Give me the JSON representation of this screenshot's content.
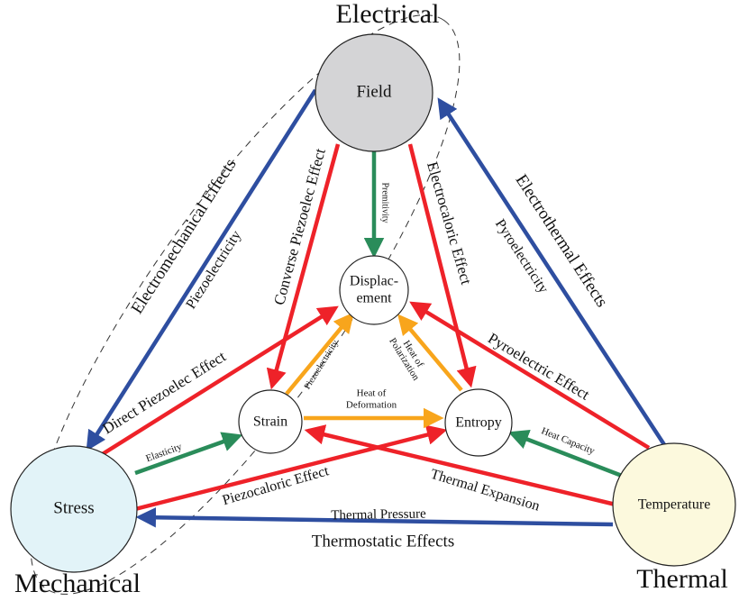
{
  "domains": {
    "electrical": "Electrical",
    "mechanical": "Mechanical",
    "thermal": "Thermal"
  },
  "nodes": {
    "field": {
      "label": "Field",
      "color": "#d4d4d6"
    },
    "stress": {
      "label": "Stress",
      "color": "#e2f3f8"
    },
    "temperature": {
      "label": "Temperature",
      "color": "#fcf9dd"
    },
    "displacement": {
      "line1": "Displac-",
      "line2": "ement",
      "color": "#ffffff"
    },
    "strain": {
      "label": "Strain",
      "color": "#ffffff"
    },
    "entropy": {
      "label": "Entropy",
      "color": "#ffffff"
    }
  },
  "colors": {
    "blue": "#2e4ea0",
    "red": "#ee2229",
    "green": "#2a8c5a",
    "orange": "#f8a51c"
  },
  "edges": {
    "electromechanical": "Electromechanical Effects",
    "piezoelectricity_outer": "Piezoelectricity",
    "converse_piezo": "Converse Piezoelec Effect",
    "premitivity": "Premitivity",
    "electrocaloric": "Electrocaloric Effect",
    "electrothermal": "Electrothermal Effects",
    "pyroelectricity": "Pyroelectricity",
    "pyroelectric_effect": "Pyroelectric Effect",
    "direct_piezo": "Direct Piezoelec Effect",
    "piezoelectricity_inner": "Piezoelectricity",
    "heat_of_polarization": {
      "line1": "Heat of",
      "line2": "Polarization"
    },
    "heat_of_deformation": {
      "line1": "Heat of",
      "line2": "Deformation"
    },
    "elasticity": "Elasticity",
    "heat_capacity": "Heat Capacity",
    "piezocaloric": "Piezocaloric Effect",
    "thermal_expansion": "Thermal Expansion",
    "thermal_pressure": "Thermal Pressure",
    "thermostatic": "Thermostatic Effects"
  }
}
